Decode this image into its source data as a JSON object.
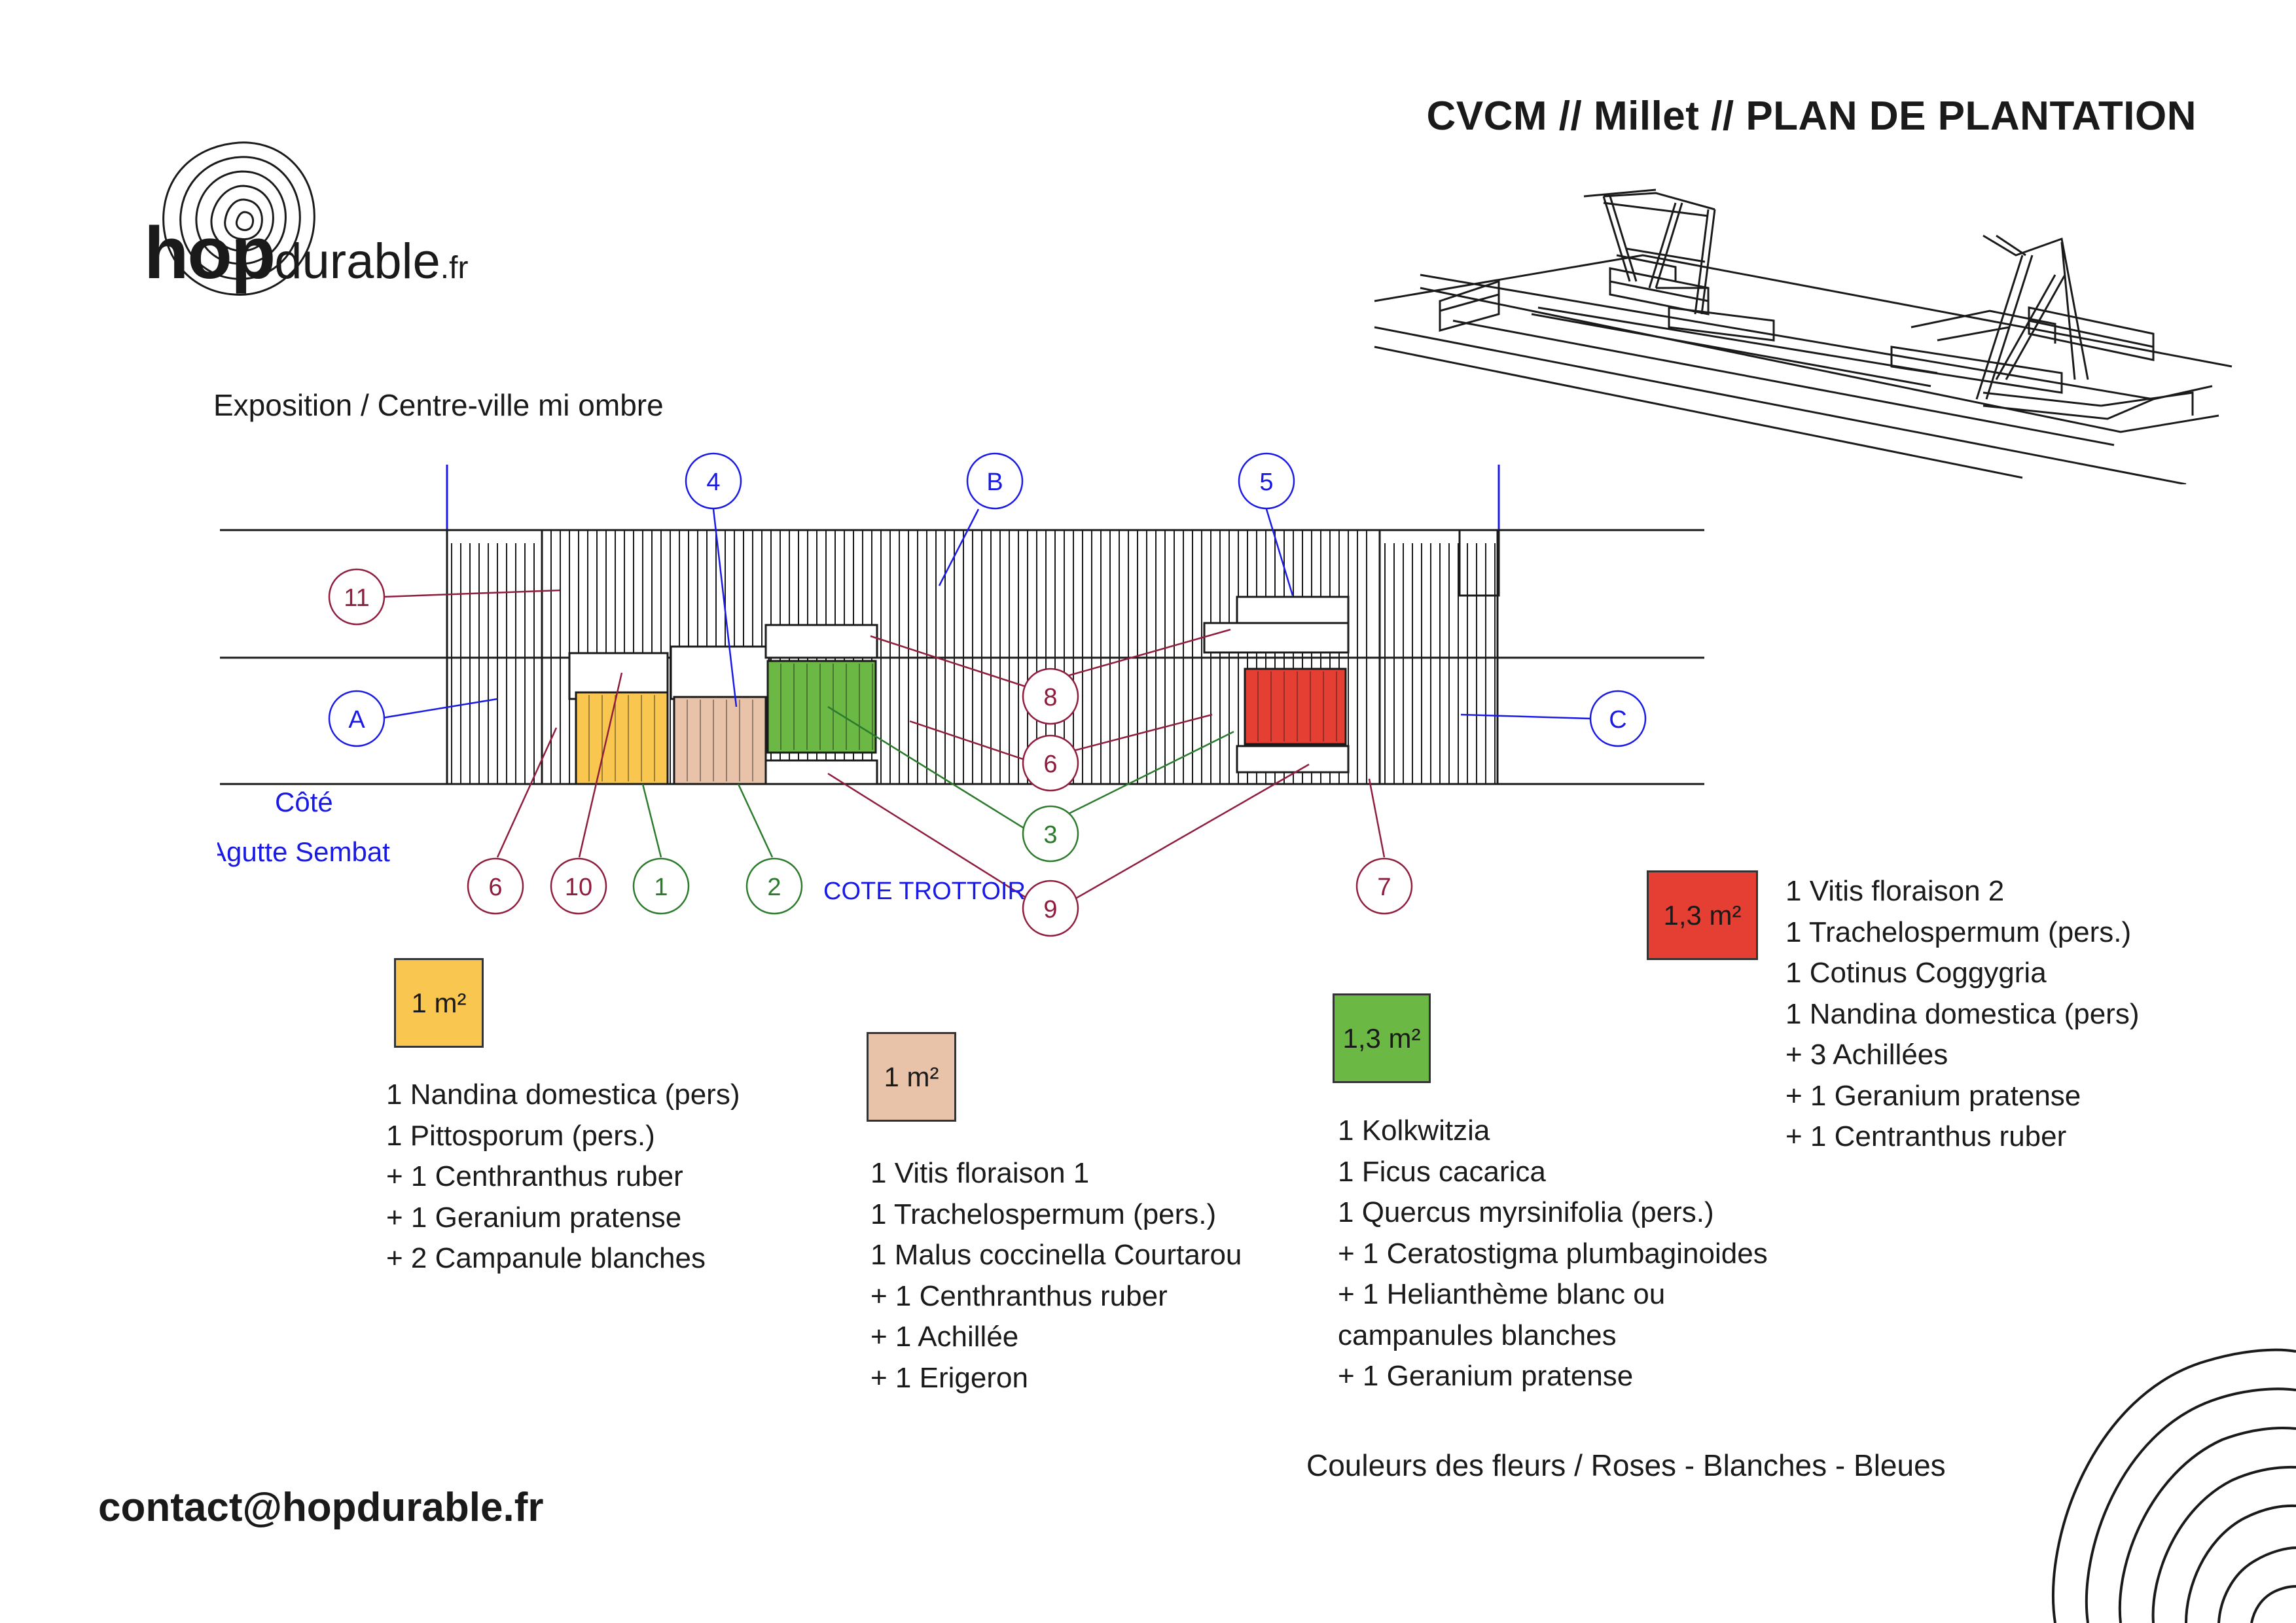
{
  "header": {
    "title": "CVCM // Millet // PLAN DE PLANTATION",
    "logo_bold": "hop",
    "logo_light": "durable",
    "logo_tld": ".fr"
  },
  "exposition": "Exposition / Centre-ville mi ombre",
  "plan": {
    "side_label_1": "Côté",
    "side_label_2": "Agutte Sembat",
    "sidewalk_label": "COTE TROTTOIR",
    "callouts": {
      "blue": [
        "4",
        "B",
        "5",
        "A",
        "C"
      ],
      "red": [
        "11",
        "8",
        "6",
        "6",
        "10",
        "9",
        "7"
      ],
      "green": [
        "1",
        "2",
        "3"
      ]
    }
  },
  "colors": {
    "yellow": "#f9c64f",
    "beige": "#e8c3a9",
    "green": "#6bb845",
    "red": "#e53f34",
    "callout_blue": "#1a1ae6",
    "callout_red": "#8f1d3d",
    "callout_green": "#2c7a2c"
  },
  "legend": [
    {
      "area": "1 m²",
      "color": "#f9c64f",
      "plants": [
        "1 Nandina domestica (pers)",
        "1 Pittosporum (pers.)",
        "+ 1 Centhranthus ruber",
        "+ 1 Geranium pratense",
        "+ 2 Campanule blanches"
      ]
    },
    {
      "area": "1 m²",
      "color": "#e8c3a9",
      "plants": [
        "1 Vitis floraison 1",
        "1 Trachelospermum (pers.)",
        "1 Malus coccinella Courtarou",
        "+  1 Centhranthus ruber",
        "+ 1 Achillée",
        "+ 1 Erigeron"
      ]
    },
    {
      "area": "1,3 m²",
      "color": "#6bb845",
      "plants": [
        "1 Kolkwitzia",
        "1 Ficus cacarica",
        "1 Quercus myrsinifolia (pers.)",
        "+ 1 Ceratostigma plumbaginoides",
        "+ 1 Helianthème blanc ou",
        "campanules blanches",
        "+ 1 Geranium pratense"
      ]
    },
    {
      "area": "1,3 m²",
      "color": "#e53f34",
      "plants": [
        "1 Vitis floraison 2",
        "1 Trachelospermum (pers.)",
        "1 Cotinus Coggygria",
        "1 Nandina domestica (pers)",
        "+ 3 Achillées",
        "+ 1 Geranium pratense",
        "+ 1 Centranthus ruber"
      ]
    }
  ],
  "flower_colors": "Couleurs des fleurs / Roses - Blanches - Bleues",
  "contact": "contact@hopdurable.fr"
}
